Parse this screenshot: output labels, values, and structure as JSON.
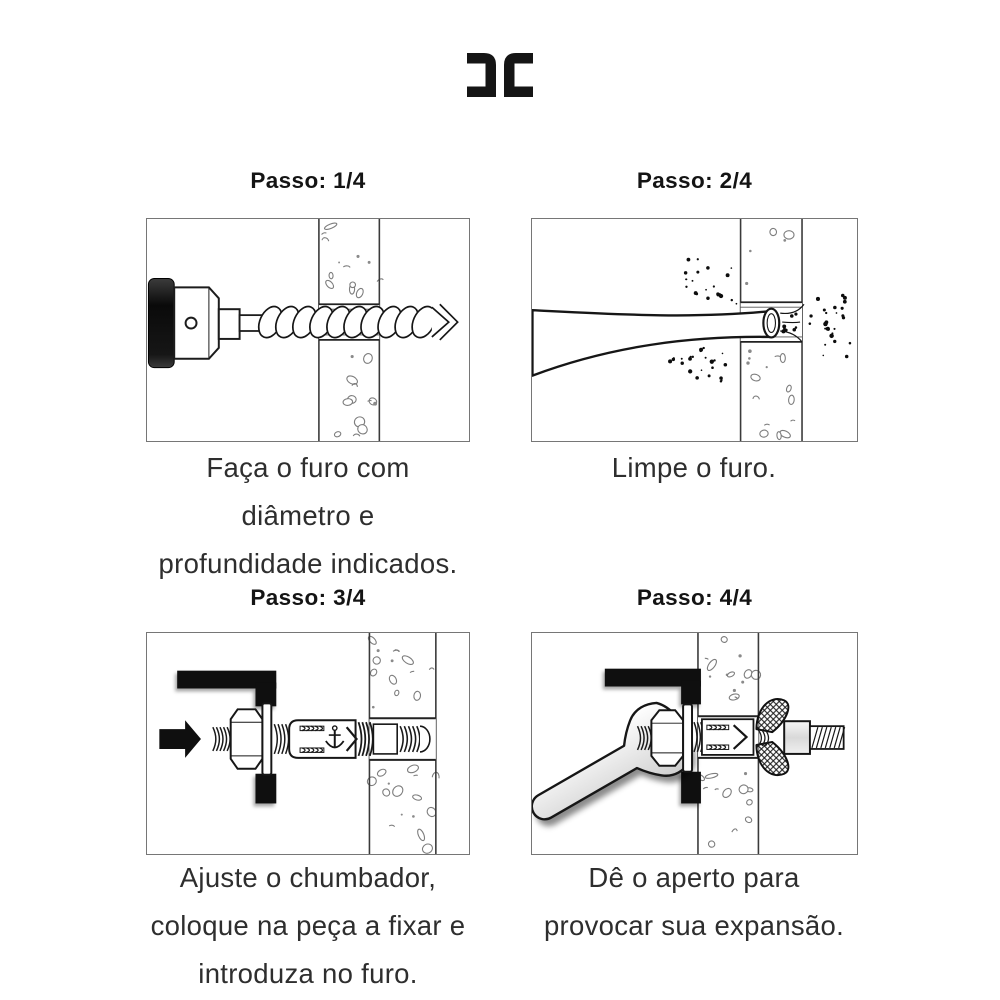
{
  "page": {
    "background": "#ffffff",
    "ink": "#161616",
    "concrete_line": "#7d7d7d",
    "panel_border": "#767676"
  },
  "brand": {
    "logo_icon": "dc-brackets-logo",
    "logo_color": "#151515"
  },
  "steps": [
    {
      "id": 1,
      "title": "Passo: 1/4",
      "caption_lines": [
        "Faça o furo com",
        "diâmetro e",
        "profundidade indicados."
      ],
      "illustration": "drill-hole-in-wall"
    },
    {
      "id": 2,
      "title": "Passo: 2/4",
      "caption_lines": [
        "Limpe o furo."
      ],
      "illustration": "clean-hole-with-blower-hose"
    },
    {
      "id": 3,
      "title": "Passo: 3/4",
      "caption_lines": [
        "Ajuste o chumbador,",
        "coloque na peça a fixar e",
        "introduza no furo."
      ],
      "illustration": "insert-anchor-through-fixture"
    },
    {
      "id": 4,
      "title": "Passo: 4/4",
      "caption_lines": [
        "Dê o aperto para",
        "provocar sua expansão."
      ],
      "illustration": "tighten-nut-with-wrench-expansion"
    }
  ]
}
